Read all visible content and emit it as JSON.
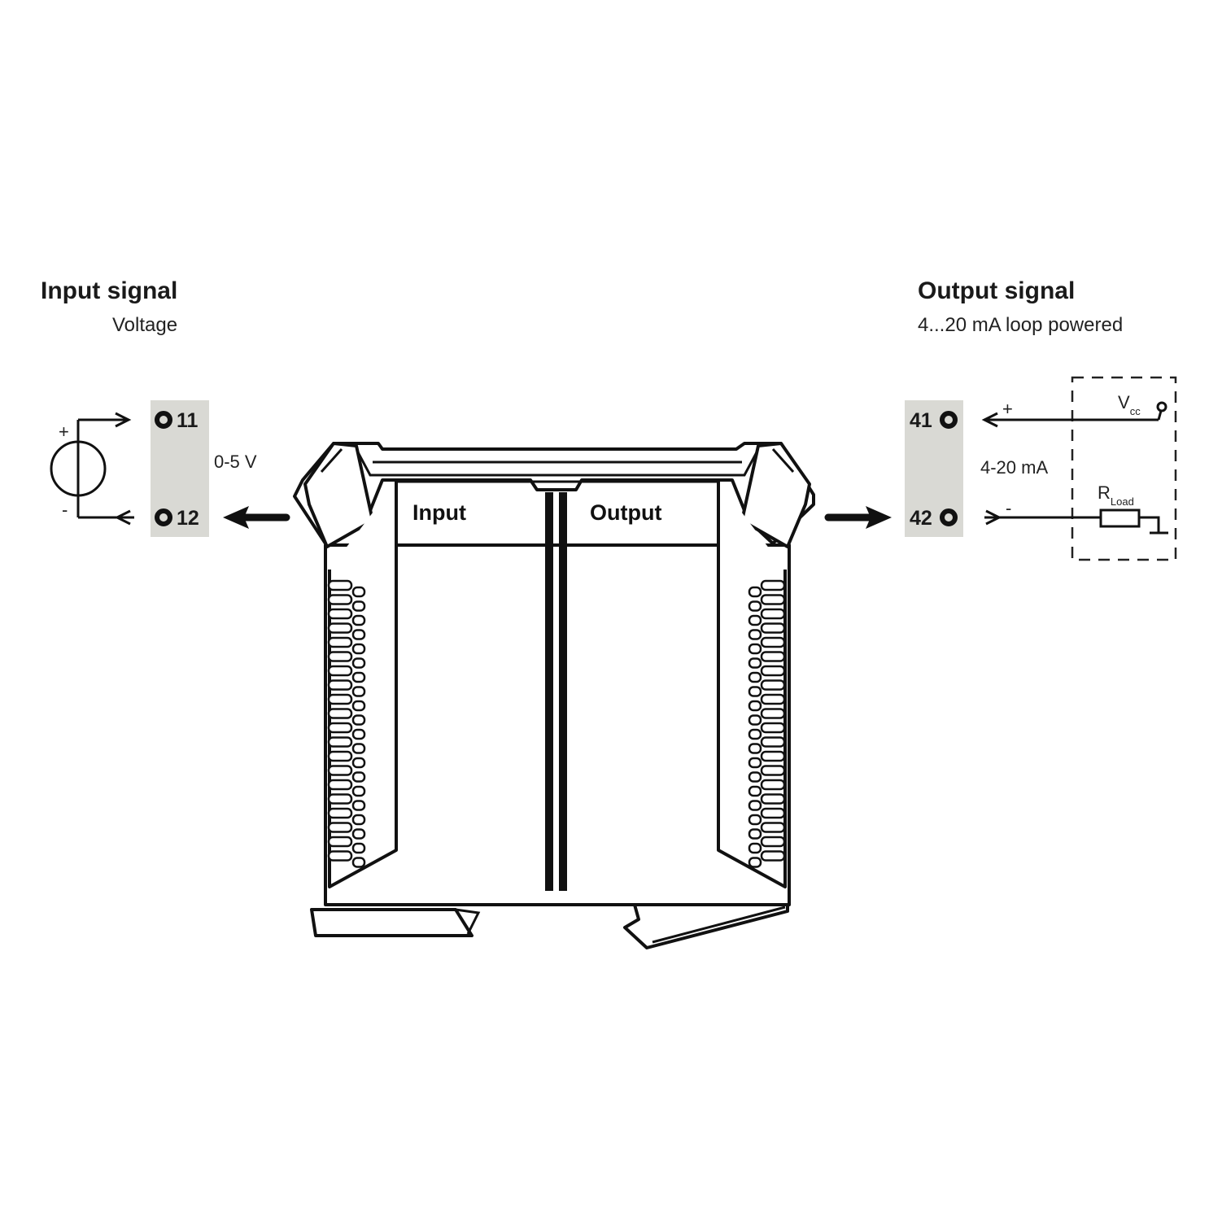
{
  "input": {
    "title": "Input signal",
    "subtitle": "Voltage",
    "terminals": [
      "11",
      "12"
    ],
    "range": "0-5 V",
    "plus": "+",
    "minus": "-"
  },
  "output": {
    "title": "Output signal",
    "subtitle": "4...20 mA loop powered",
    "terminals": [
      "41",
      "42"
    ],
    "range": "4-20 mA",
    "plus": "+",
    "minus": "-",
    "vcc": "V",
    "vcc_sub": "cc",
    "rload": "R",
    "rload_sub": "Load"
  },
  "device": {
    "input_label": "Input",
    "output_label": "Output"
  },
  "colors": {
    "terminal_block": "#d9d9d4",
    "line": "#111111"
  }
}
